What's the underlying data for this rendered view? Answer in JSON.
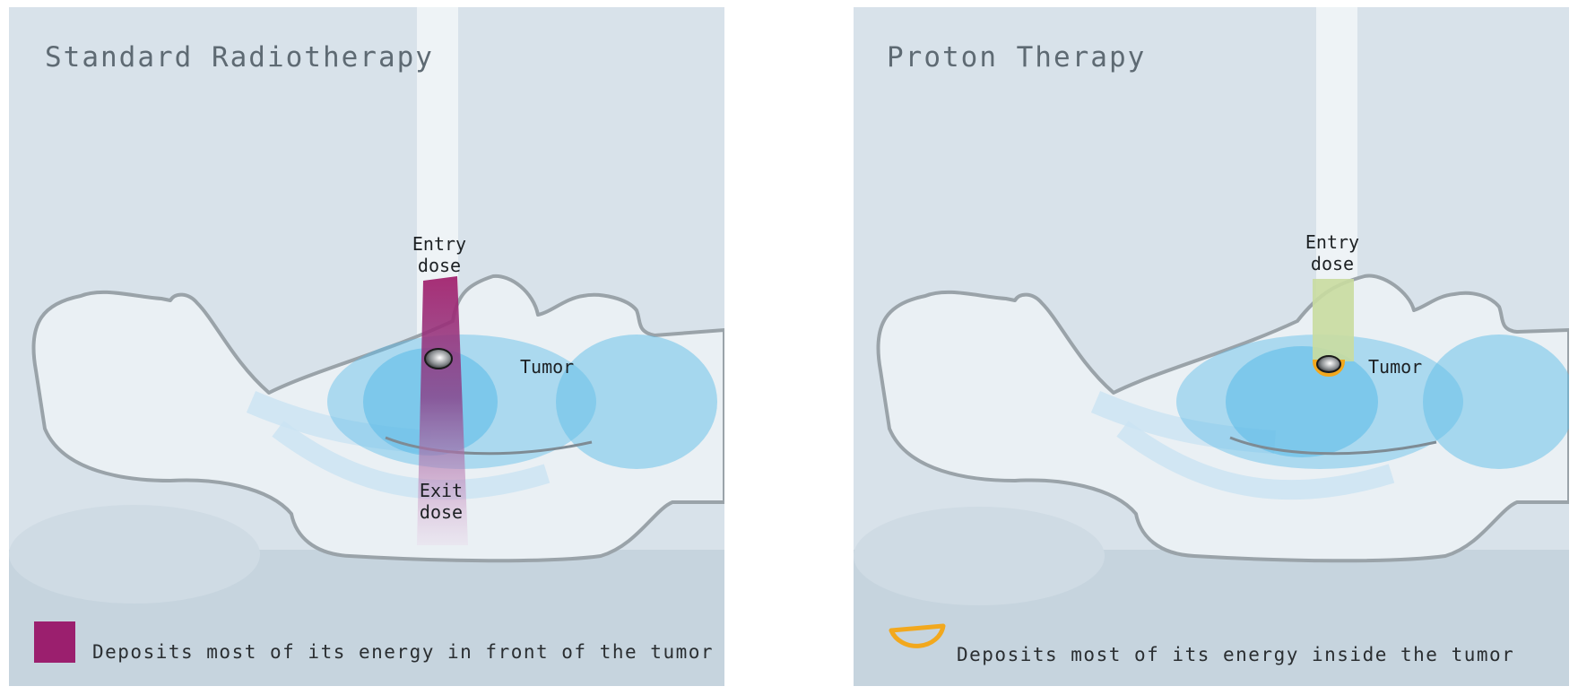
{
  "left_panel": {
    "title": "Standard Radiotherapy",
    "entry_label": [
      "Entry",
      "dose"
    ],
    "tumor_label": "Tumor",
    "exit_label": [
      "Exit",
      "dose"
    ],
    "legend_text": "Deposits most of its energy in front of the tumor",
    "beam_color": "#9b1f6e",
    "legend_icon": "filled-square-icon"
  },
  "right_panel": {
    "title": "Proton Therapy",
    "entry_label": [
      "Entry",
      "dose"
    ],
    "tumor_label": "Tumor",
    "legend_text": "Deposits most of its energy inside the tumor",
    "beam_color": "#c9dba0",
    "accent_color": "#f2a81d",
    "legend_icon": "bragg-peak-semicircle-icon"
  },
  "colors": {
    "background": "#d8e2ea",
    "table": "#c6d4de",
    "organs": "#5fbde8",
    "outline": "#9aa3a9"
  }
}
